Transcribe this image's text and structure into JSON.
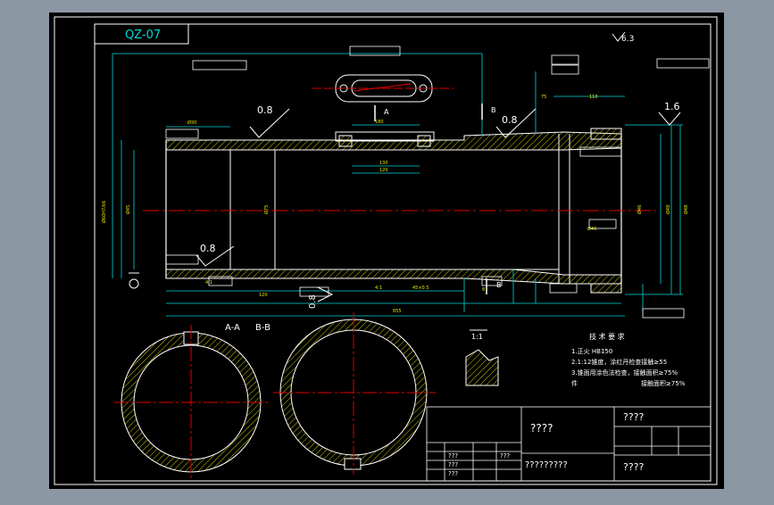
{
  "drawing": {
    "code": "QZ-07",
    "sections": {
      "a": "A-A",
      "b": "B-B",
      "one": "1:1"
    },
    "section_marks": {
      "a": "A",
      "b": "B"
    },
    "roughness": {
      "top_left": "0.8",
      "top_mid": "0.8",
      "top_right": "1.6",
      "left_bottom": "0.8",
      "bottom_mid": "0.8",
      "corner": "6.3"
    },
    "tech_req": {
      "title": "技 术 要 求",
      "line1": "1.正火 HB150",
      "line2": "2.1:12锥度，涂红丹检查接触≥55",
      "line3": "3.锥面用涂色法检查，接触面积≥75%",
      "line4": "件",
      "line5": "接触面积≥75%"
    },
    "title_block": {
      "name_placeholder": "????",
      "company_placeholder": "????",
      "material_placeholder": "?????????",
      "bottom_right": "????",
      "cells": [
        "???",
        "???",
        "???",
        "???"
      ]
    }
  }
}
